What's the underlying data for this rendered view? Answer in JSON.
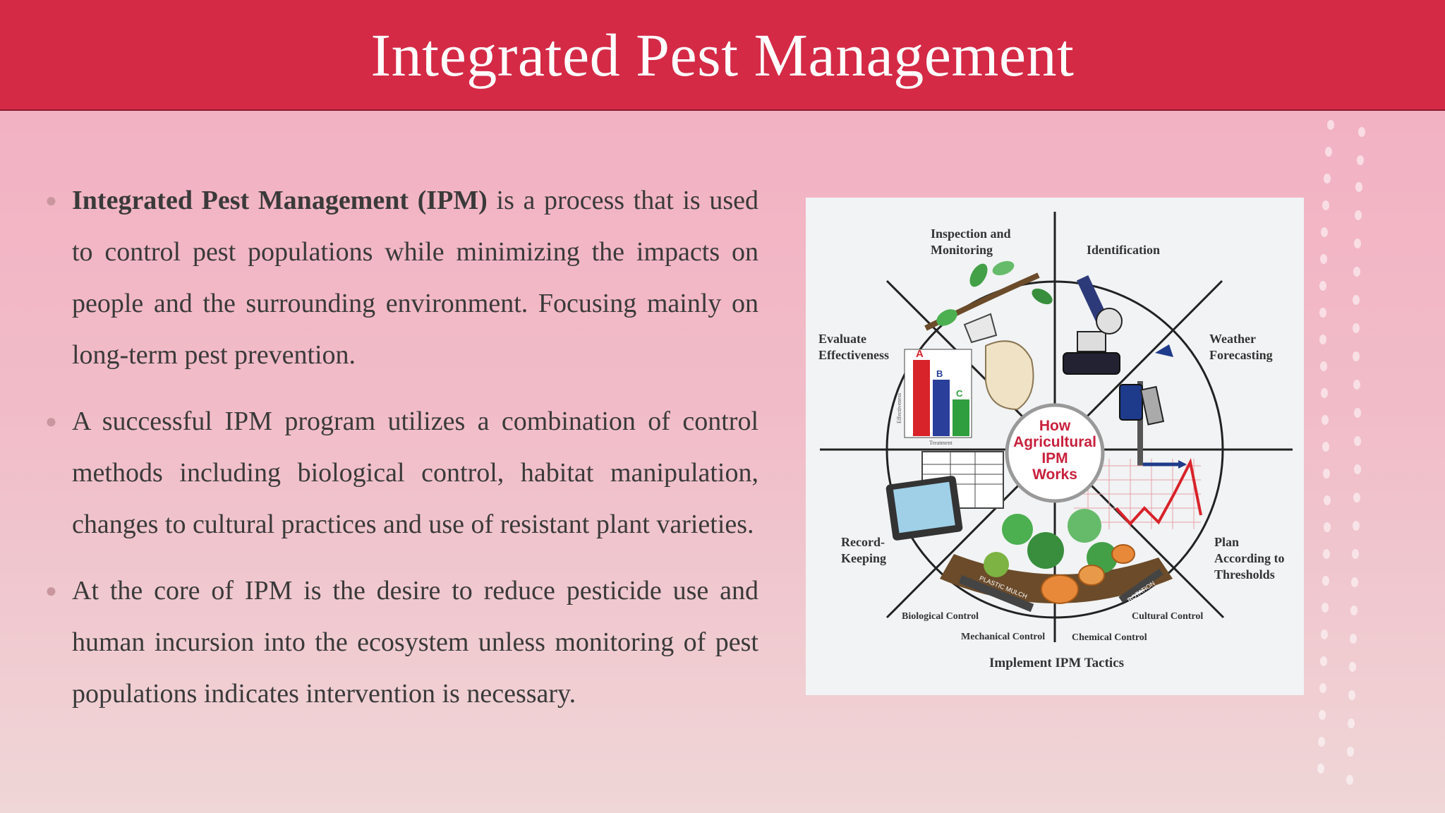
{
  "slide": {
    "title": "Integrated Pest Management",
    "bullets": [
      {
        "bold_lead": "Integrated Pest Management (IPM)",
        "text": " is a process that is used to control pest populations while minimizing the impacts on people and the surrounding environment. Focusing mainly on long-term pest prevention."
      },
      {
        "bold_lead": "",
        "text": "A successful IPM program utilizes a combination of control methods including biological control, habitat manipulation, changes to cultural practices and use of resistant plant varieties."
      },
      {
        "bold_lead": "",
        "text": "At the core of IPM is the desire to reduce pesticide use and human incursion into the ecosystem unless monitoring of pest populations indicates intervention is necessary."
      }
    ]
  },
  "diagram": {
    "center": [
      "How",
      "Agricultural",
      "IPM",
      "Works"
    ],
    "labels": {
      "inspection": [
        "Inspection and",
        "Monitoring"
      ],
      "identification": "Identification",
      "weather": [
        "Weather",
        "Forecasting"
      ],
      "evaluate": [
        "Evaluate",
        "Effectiveness"
      ],
      "record": [
        "Record-",
        "Keeping"
      ],
      "plan": [
        "Plan",
        "According to",
        "Thresholds"
      ],
      "implement": "Implement IPM Tactics",
      "biological": "Biological Control",
      "mechanical": "Mechanical Control",
      "chemical": "Chemical Control",
      "cultural": "Cultural Control",
      "plastic_mulch": "PLASTIC MULCH",
      "rotation": "ROTATION"
    },
    "bar_chart": {
      "bars": [
        "A",
        "B",
        "C"
      ],
      "values": [
        3,
        2.2,
        1.4
      ],
      "ylabel": "Effectiveness",
      "xlabel": "Treatment"
    },
    "colors": {
      "accent_red": "#c8203c",
      "bar_red": "#d8232a",
      "bar_blue": "#2a3f9a",
      "bar_green": "#2e9e3e"
    }
  }
}
